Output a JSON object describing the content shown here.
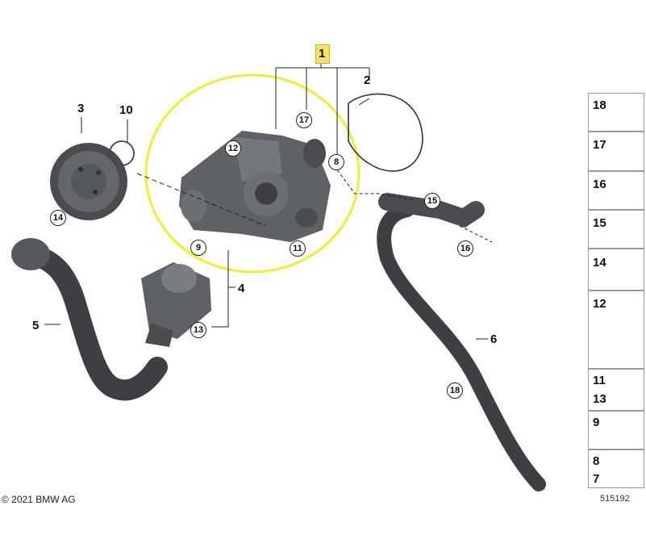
{
  "callouts": {
    "c1": "1",
    "c2": "2",
    "c3": "3",
    "c4": "4",
    "c5": "5",
    "c6": "6",
    "c10": "10"
  },
  "circled": {
    "n17": "17",
    "n12": "12",
    "n8": "8",
    "n11": "11",
    "n9": "9",
    "n13": "13",
    "n14": "14",
    "n15": "15",
    "n16": "16",
    "n18": "18"
  },
  "legend": [
    {
      "label": "18"
    },
    {
      "label": "17"
    },
    {
      "label": "16"
    },
    {
      "label": "15"
    },
    {
      "label": "14"
    },
    {
      "label": "12"
    },
    {
      "label": "11"
    },
    {
      "label": "13"
    },
    {
      "label": "9"
    },
    {
      "label": "8"
    },
    {
      "label": "7"
    }
  ],
  "footer": {
    "copyright": "© 2021 BMW AG",
    "reference": "515192"
  },
  "colors": {
    "highlight_ellipse": "#f2ee2a",
    "part_body": "#5e6165",
    "part_dark": "#3d3f42",
    "callout_box": "#f3e26a"
  }
}
